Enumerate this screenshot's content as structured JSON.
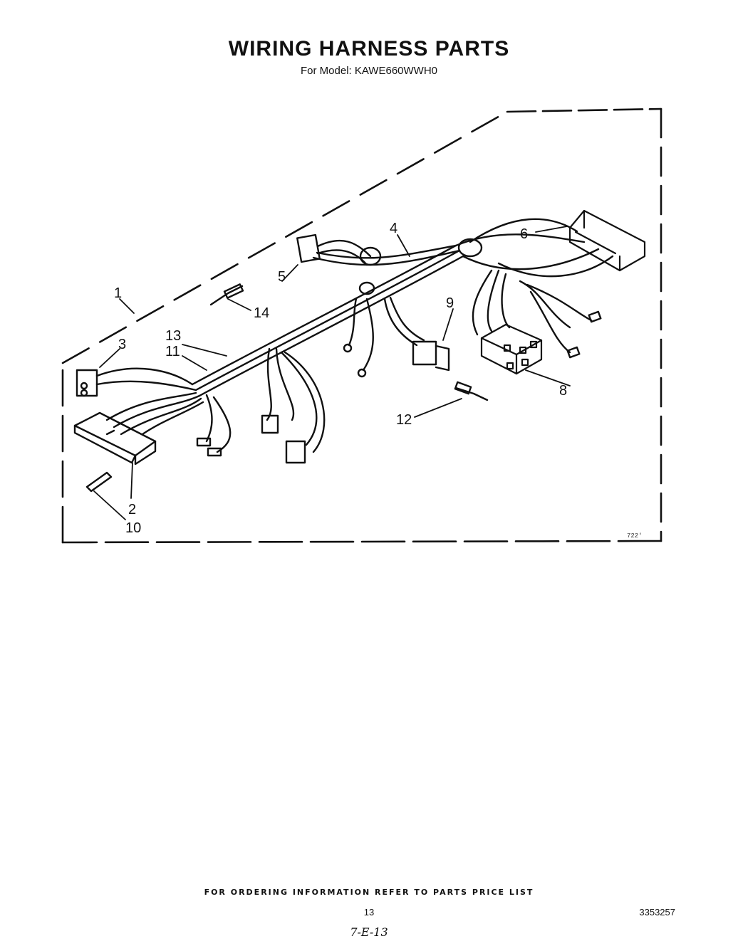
{
  "header": {
    "title": "WIRING HARNESS PARTS",
    "subtitle": "For Model: KAWE660WWH0"
  },
  "diagram": {
    "callouts": [
      "1",
      "2",
      "3",
      "4",
      "5",
      "6",
      "8",
      "9",
      "10",
      "11",
      "12",
      "13",
      "14"
    ],
    "figure_code": "722'"
  },
  "footer": {
    "ordering_note": "FOR ORDERING INFORMATION REFER TO PARTS PRICE LIST",
    "page_number": "13",
    "document_number": "3353257",
    "handwritten_note": "7-E-13"
  }
}
